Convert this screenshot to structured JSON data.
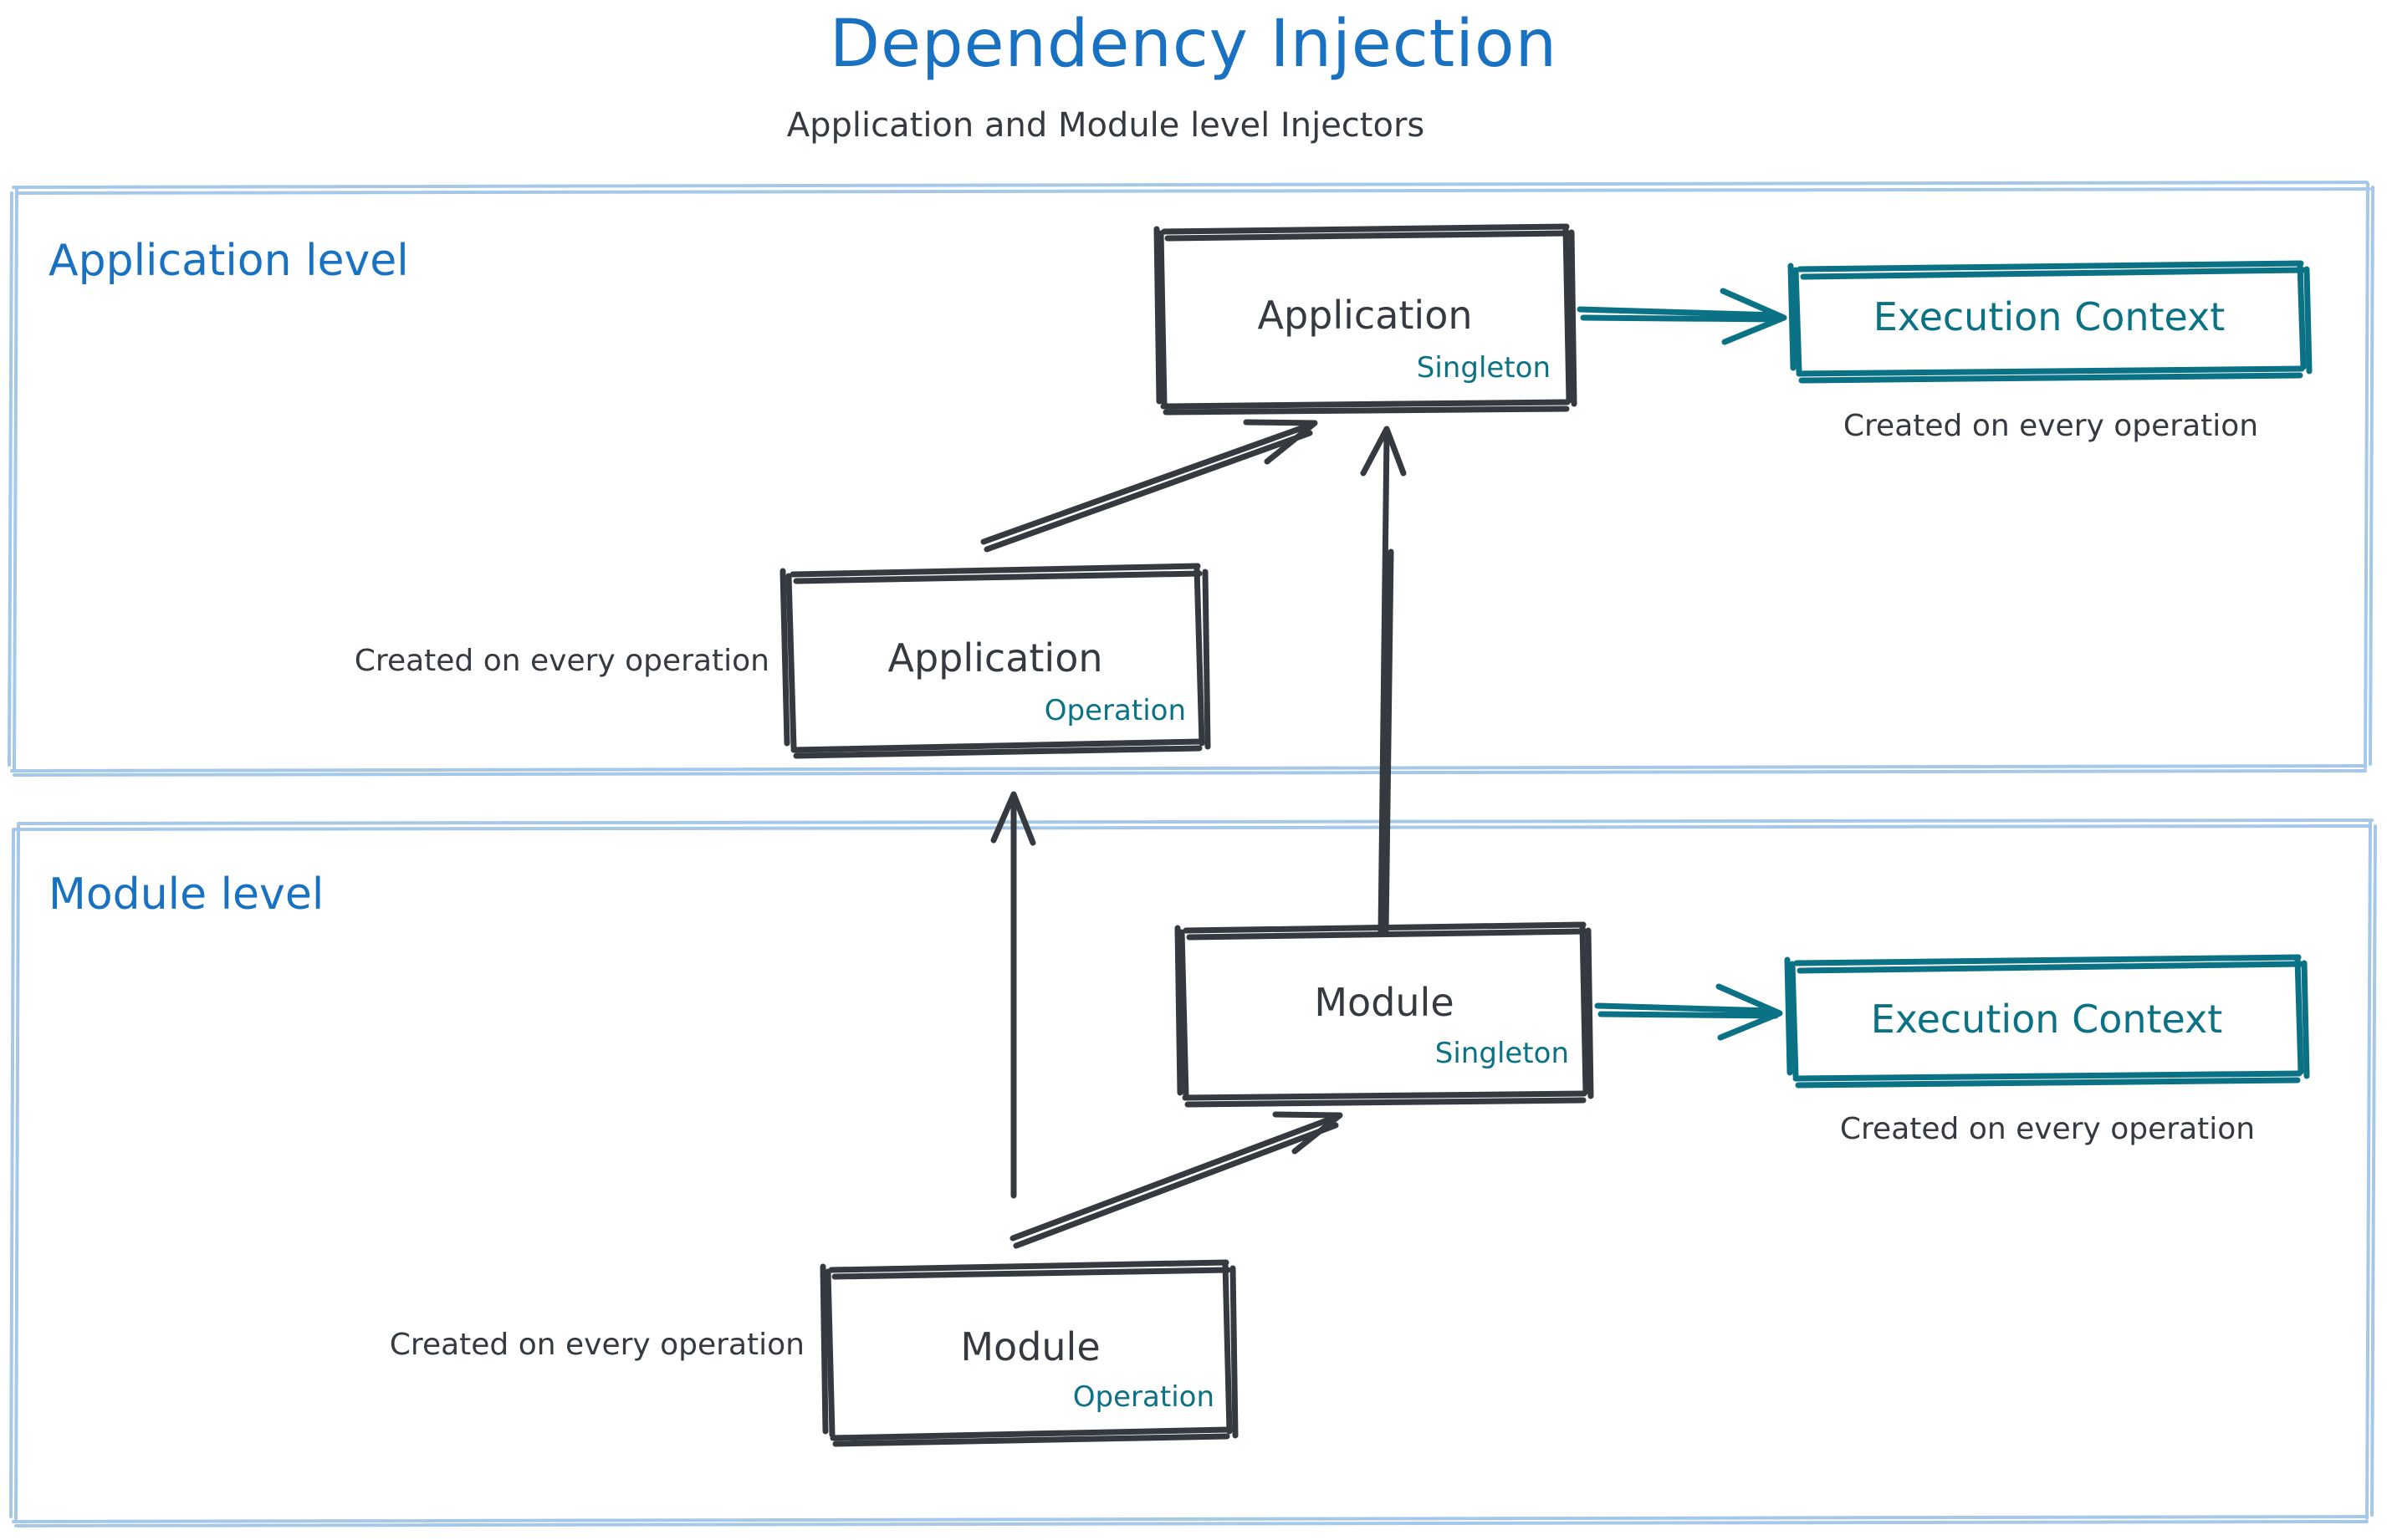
{
  "header": {
    "title": "Dependency Injection",
    "subtitle": "Application and Module level Injectors",
    "title_color": "#1971c2",
    "subtitle_color": "#343a40"
  },
  "colors": {
    "container_border": "#a5c8e8",
    "box_stroke": "#343a40",
    "accent_teal": "#0b7285",
    "blue": "#1971c2"
  },
  "sections": [
    {
      "id": "application-level",
      "label": "Application level",
      "nodes": [
        {
          "id": "application-singleton",
          "title": "Application",
          "scope": "Singleton"
        },
        {
          "id": "application-operation",
          "title": "Application",
          "scope": "Operation",
          "note": "Created on every operation"
        },
        {
          "id": "execution-context-application",
          "title": "Execution Context",
          "note": "Created on every operation"
        }
      ]
    },
    {
      "id": "module-level",
      "label": "Module level",
      "nodes": [
        {
          "id": "module-singleton",
          "title": "Module",
          "scope": "Singleton"
        },
        {
          "id": "module-operation",
          "title": "Module",
          "scope": "Operation",
          "note": "Created on every operation"
        },
        {
          "id": "execution-context-module",
          "title": "Execution Context",
          "note": "Created on every operation"
        }
      ]
    }
  ],
  "edges": [
    {
      "from": "application-operation",
      "to": "application-singleton",
      "style": "arrow-dark-diagonal"
    },
    {
      "from": "module-singleton",
      "to": "application-singleton",
      "style": "arrow-dark-vertical"
    },
    {
      "from": "module-operation",
      "to": "application-operation-area",
      "style": "arrow-dark-vertical"
    },
    {
      "from": "module-operation",
      "to": "module-singleton",
      "style": "arrow-dark-diagonal"
    },
    {
      "from": "application-singleton",
      "to": "execution-context-application",
      "style": "arrow-teal"
    },
    {
      "from": "module-singleton",
      "to": "execution-context-module",
      "style": "arrow-teal"
    }
  ],
  "labels": {
    "application_singleton_title": "Application",
    "application_singleton_scope": "Singleton",
    "application_operation_title": "Application",
    "application_operation_scope": "Operation",
    "application_operation_note": "Created on every operation",
    "execution_context_app_title": "Execution Context",
    "execution_context_app_note": "Created on every operation",
    "module_singleton_title": "Module",
    "module_singleton_scope": "Singleton",
    "module_operation_title": "Module",
    "module_operation_scope": "Operation",
    "module_operation_note": "Created on every operation",
    "execution_context_mod_title": "Execution Context",
    "execution_context_mod_note": "Created on every operation",
    "application_level": "Application level",
    "module_level": "Module level"
  }
}
